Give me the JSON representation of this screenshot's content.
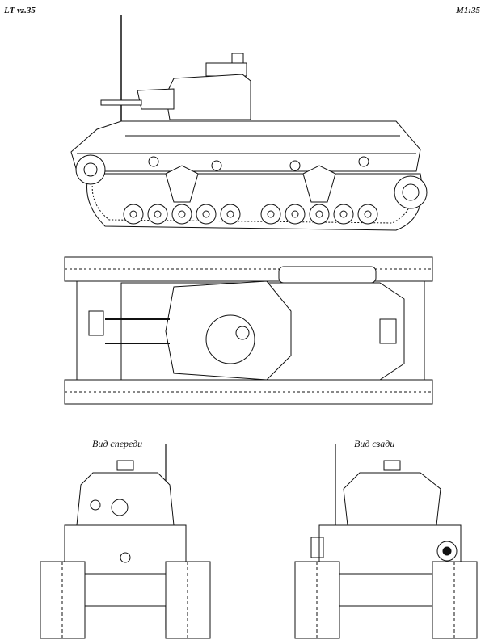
{
  "header": {
    "model": "LT vz.35",
    "scale": "M1:35"
  },
  "views": {
    "front_caption": "Вид спереди",
    "rear_caption": "Вид сзади"
  },
  "colors": {
    "ink": "#111111",
    "paper": "#ffffff"
  }
}
